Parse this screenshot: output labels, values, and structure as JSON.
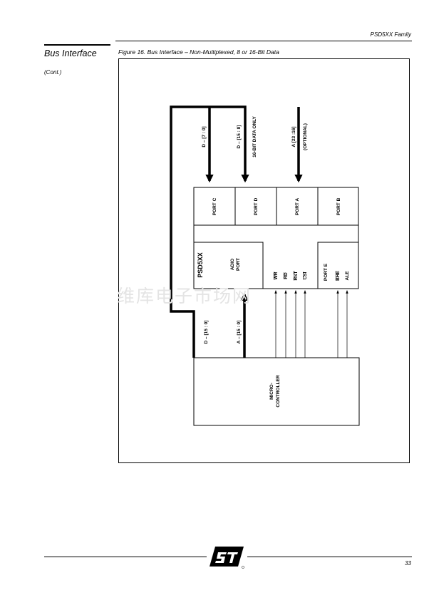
{
  "header": {
    "family": "PSD5XX Family"
  },
  "section": {
    "title": "Bus Interface",
    "cont": "(Cont.)"
  },
  "figure": {
    "caption": "Figure 16.  Bus Interface – Non-Multiplexed, 8 or 16-Bit Data",
    "device_label": "PSD5XX",
    "ports": {
      "c": "PORT C",
      "d": "PORT D",
      "a": "PORT A",
      "b": "PORT B",
      "adio_1": "ADIO",
      "adio_2": "PORT",
      "e": "PORT E"
    },
    "signals": {
      "wr": "WR",
      "rd": "RD",
      "rst": "RST",
      "csi": "CSI",
      "bhe": "BHE",
      "ale": "ALE"
    },
    "buses": {
      "d_7_0": "D – [7 : 0]",
      "d_15_8": "D – [15 : 8]",
      "data16": "16-BIT DATA ONLY",
      "a_23_16": "A [23 :16]",
      "optional": "(OPTIONAL)",
      "d_15_0": "D – [15 : 0]",
      "a_15_0": "A – [15 : 0]"
    },
    "mcu_1": "MICRO-",
    "mcu_2": "CONTROLLER"
  },
  "watermark": "维库电子市场网",
  "footer": {
    "page": "33"
  }
}
